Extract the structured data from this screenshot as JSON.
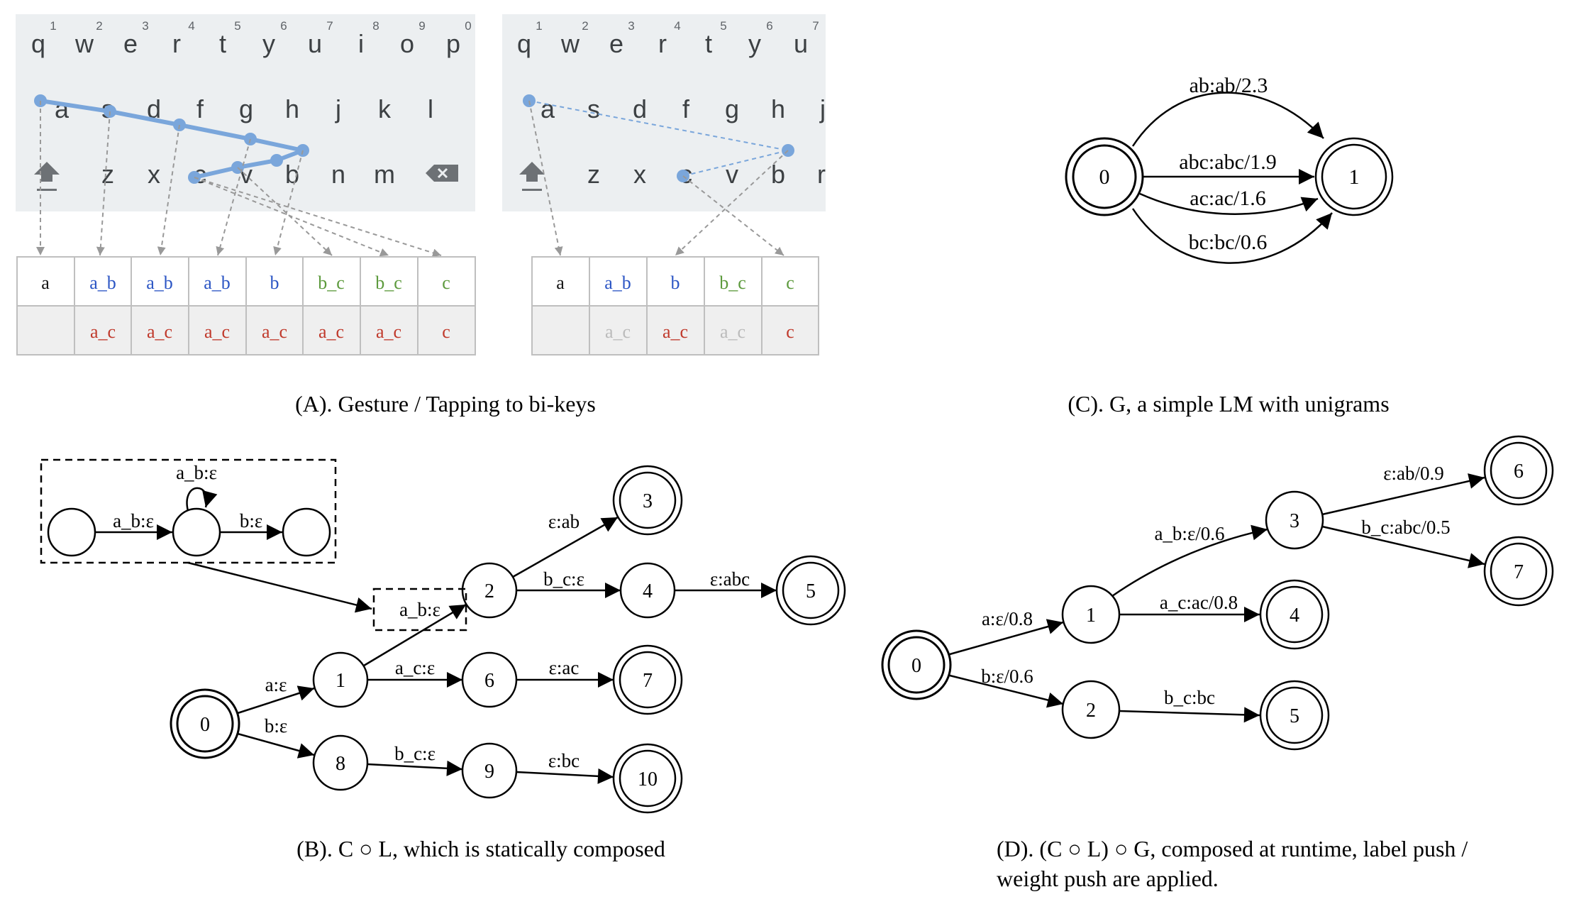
{
  "panel_a": {
    "caption": "(A). Gesture / Tapping to bi-keys",
    "keyboard1": {
      "digits": [
        "1",
        "2",
        "3",
        "4",
        "5",
        "6",
        "7",
        "8",
        "9",
        "0"
      ],
      "row1": [
        "q",
        "w",
        "e",
        "r",
        "t",
        "y",
        "u",
        "i",
        "o",
        "p"
      ],
      "row2": [
        "a",
        "s",
        "d",
        "f",
        "g",
        "h",
        "j",
        "k",
        "l"
      ],
      "row3": [
        "z",
        "x",
        "c",
        "v",
        "b",
        "n",
        "m"
      ],
      "shift_icon": "shift-icon",
      "backspace_icon": "backspace-icon"
    },
    "keyboard2": {
      "digits": [
        "1",
        "2",
        "3",
        "4",
        "5",
        "6",
        "7"
      ],
      "row1": [
        "q",
        "w",
        "e",
        "r",
        "t",
        "y",
        "u"
      ],
      "row2": [
        "a",
        "s",
        "d",
        "f",
        "g",
        "h",
        "j"
      ],
      "row3": [
        "z",
        "x",
        "c",
        "v",
        "b",
        "r"
      ],
      "shift_icon": "shift-icon"
    },
    "table1": {
      "row1": [
        "a",
        "a_b",
        "a_b",
        "a_b",
        "b",
        "b_c",
        "b_c",
        "c"
      ],
      "row2": [
        "",
        "a_c",
        "a_c",
        "a_c",
        "a_c",
        "a_c",
        "a_c",
        "c"
      ]
    },
    "table2": {
      "row1": [
        "a",
        "a_b",
        "b",
        "b_c",
        "c"
      ],
      "row2": [
        "",
        "a_c",
        "a_c",
        "a_c",
        "c"
      ]
    },
    "colors": {
      "black": "#111111",
      "blue": "#2b55c4",
      "green": "#5d9a3d",
      "red": "#c0392b",
      "faded": "#bbbbbb",
      "trace": "#7aa6db",
      "key_bg": "#eceff1"
    }
  },
  "panel_b": {
    "caption": "(B). C ○ L, which is statically composed",
    "box_label": "a_b:ε",
    "inner_edges": {
      "loop": "a_b:ε",
      "e1": "a_b:ε",
      "e2": "b:ε"
    },
    "nodes": [
      "0",
      "1",
      "2",
      "3",
      "4",
      "5",
      "6",
      "7",
      "8",
      "9",
      "10"
    ],
    "edges": {
      "e01": "a:ε",
      "e08": "b:ε",
      "e12": "a_b:ε",
      "e16": "a_c:ε",
      "e23": "ε:ab",
      "e24": "b_c:ε",
      "e45": "ε:abc",
      "e67": "ε:ac",
      "e89": "b_c:ε",
      "e910": "ε:bc"
    }
  },
  "panel_c": {
    "caption": "(C). G, a simple LM with unigrams",
    "nodes": [
      "0",
      "1"
    ],
    "edges": [
      "ab:ab/2.3",
      "abc:abc/1.9",
      "ac:ac/1.6",
      "bc:bc/0.6"
    ]
  },
  "panel_d": {
    "caption_line1": "(D). (C ○ L) ○ G, composed at runtime, label push /",
    "caption_line2": "weight push are applied.",
    "nodes": [
      "0",
      "1",
      "2",
      "3",
      "4",
      "5",
      "6",
      "7"
    ],
    "edges": {
      "e01": "a:ε/0.8",
      "e02": "b:ε/0.6",
      "e13": "a_b:ε/0.6",
      "e14": "a_c:ac/0.8",
      "e25": "b_c:bc",
      "e36": "ε:ab/0.9",
      "e37": "b_c:abc/0.5"
    }
  }
}
